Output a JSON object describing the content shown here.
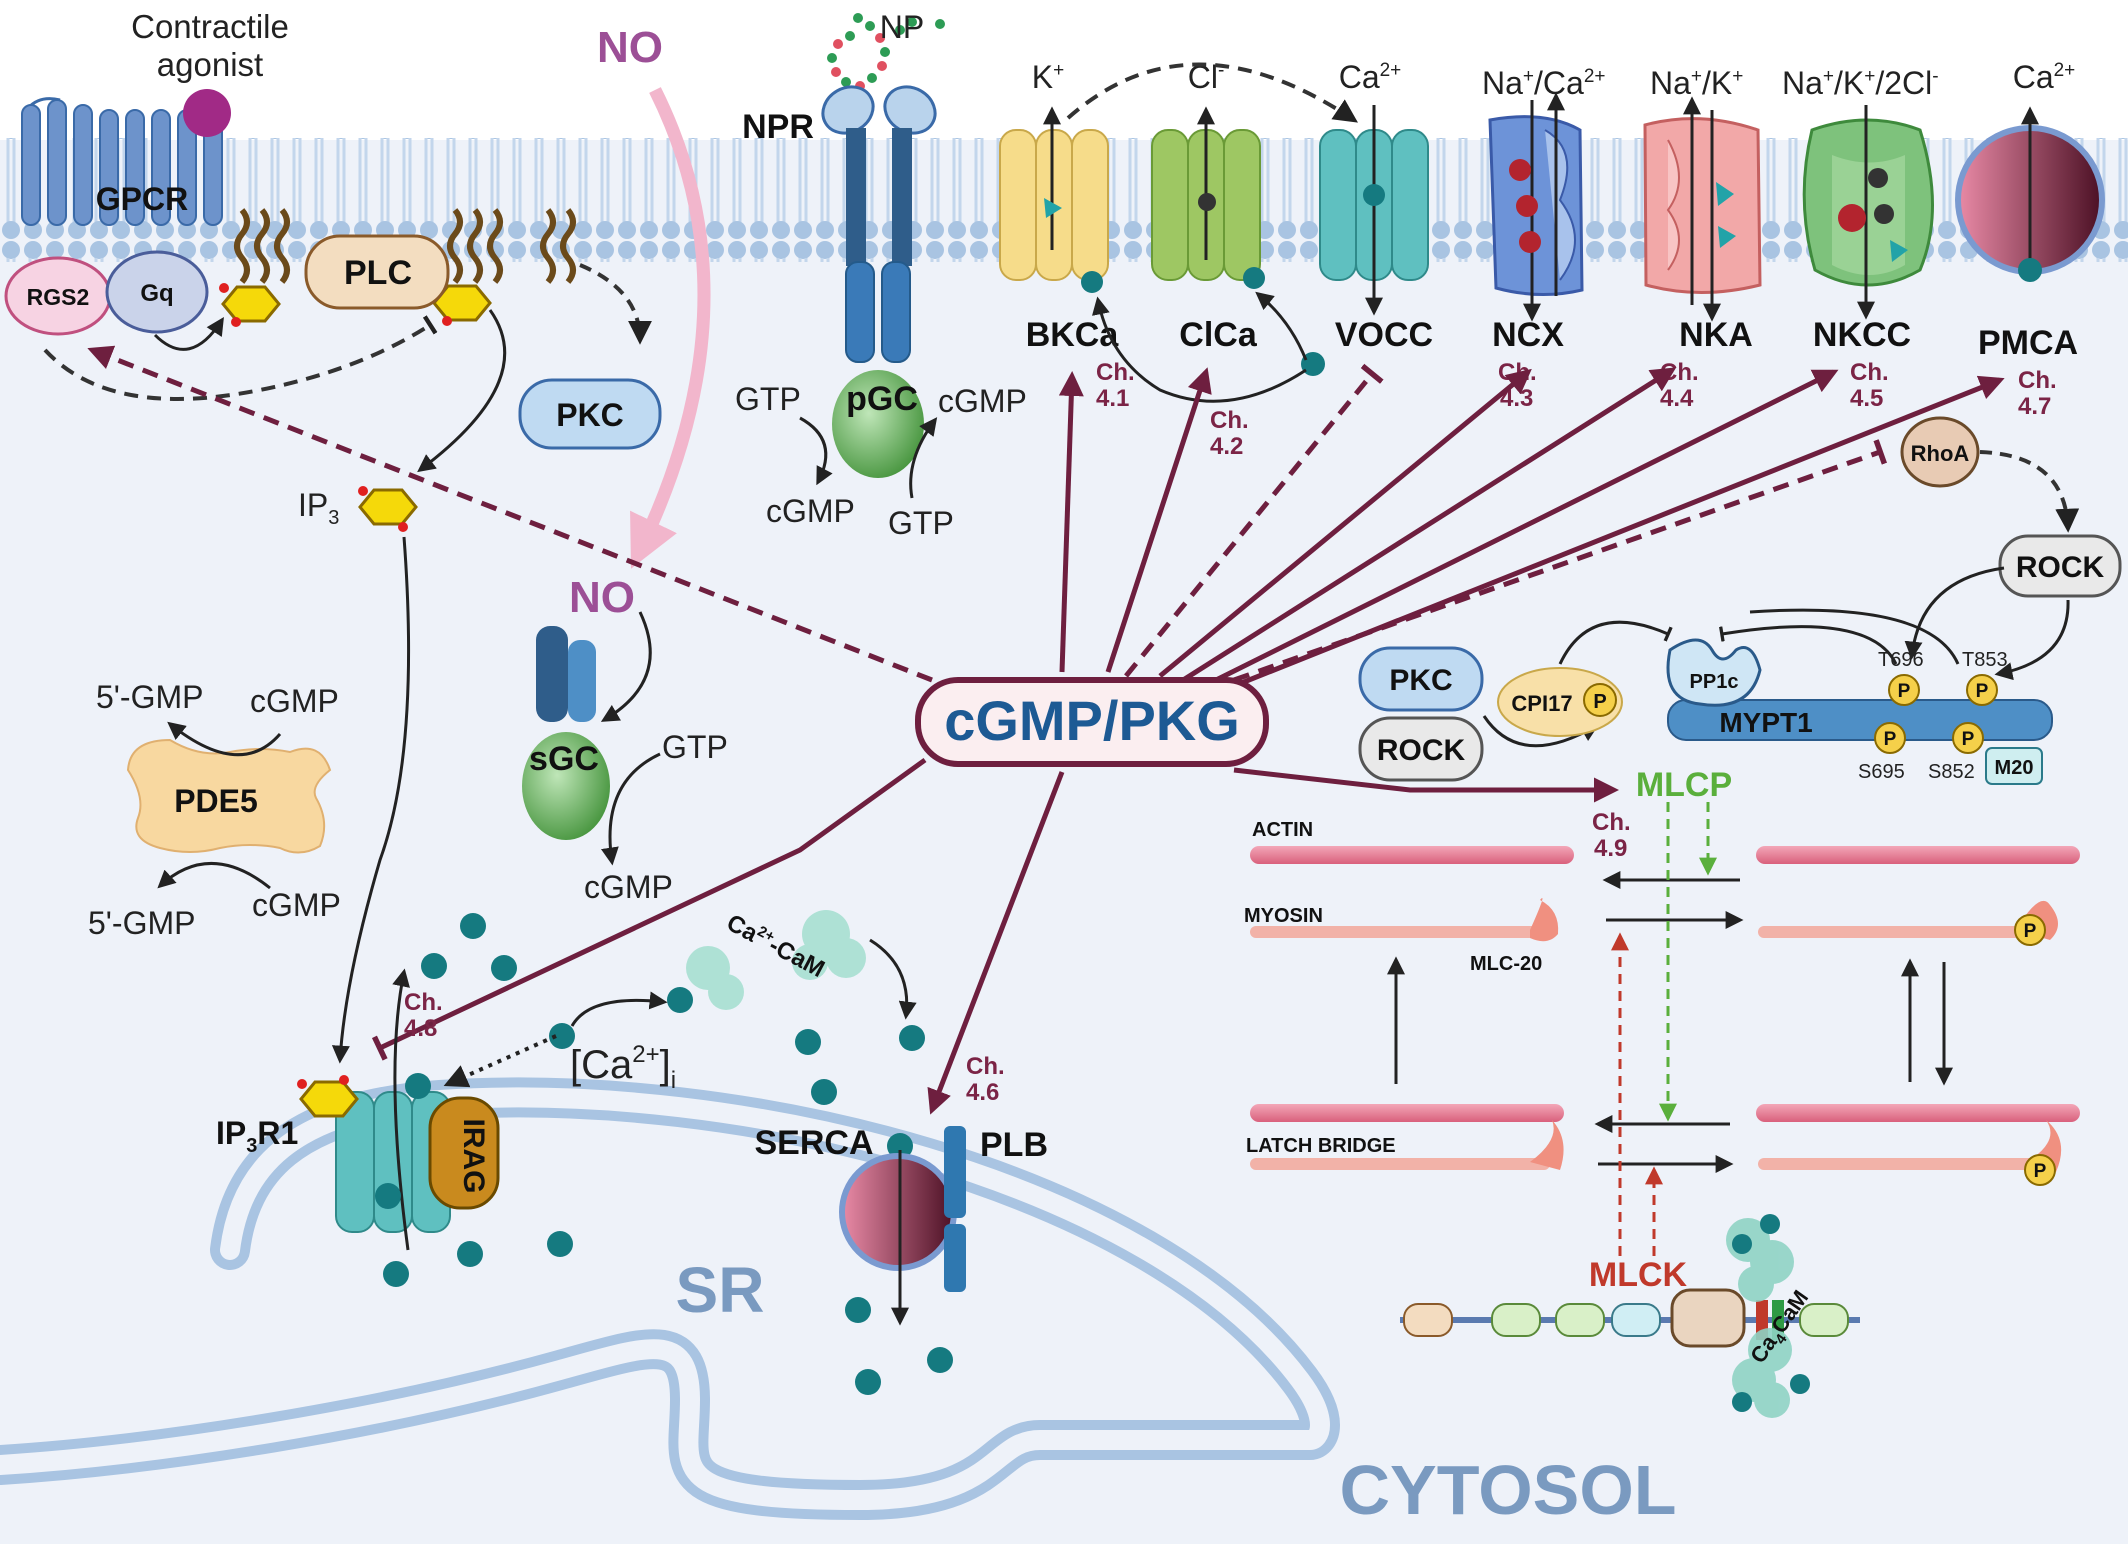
{
  "membrane": {
    "agonist_line1": "Contractile",
    "agonist_line2": "agonist",
    "gpcr": "GPCR",
    "gq": "Gq",
    "rgs2": "RGS2",
    "plc": "PLC",
    "pkc_top": "PKC",
    "ip3": "IP",
    "ip3_sub": "3",
    "no_top": "NO",
    "np": "NP",
    "npr": "NPR",
    "pgc": "pGC",
    "gtp_pgc_left": "GTP",
    "cgmp_pgc_right": "cGMP",
    "cgmp_pgc_bottom": "cGMP",
    "gtp_pgc_bottom": "GTP"
  },
  "channels": {
    "bkca": {
      "name": "BKCa",
      "ion": "K",
      "ion_sup": "+",
      "ch_line1": "Ch.",
      "ch_line2": "4.1"
    },
    "clca": {
      "name": "ClCa",
      "ion": "Cl",
      "ion_sup": "-",
      "ch_line1": "Ch.",
      "ch_line2": "4.2"
    },
    "vocc": {
      "name": "VOCC",
      "ion": "Ca",
      "ion_sup": "2+"
    },
    "ncx": {
      "name": "NCX",
      "ion_a": "Na",
      "ion_a_sup": "+",
      "ion_b": "/Ca",
      "ion_b_sup": "2+",
      "ch_line1": "Ch.",
      "ch_line2": "4.3"
    },
    "nka": {
      "name": "NKA",
      "ion_a": "Na",
      "ion_a_sup": "+",
      "ion_b": "/K",
      "ion_b_sup": "+",
      "ch_line1": "Ch.",
      "ch_line2": "4.4"
    },
    "nkcc": {
      "name": "NKCC",
      "ion_a": "Na",
      "ion_a_sup": "+",
      "ion_b": "/K",
      "ion_b_sup": "+",
      "ion_c": "/2Cl",
      "ion_c_sup": "-",
      "ch_line1": "Ch.",
      "ch_line2": "4.5"
    },
    "pmca": {
      "name": "PMCA",
      "ion": "Ca",
      "ion_sup": "2+",
      "ch_line1": "Ch.",
      "ch_line2": "4.7"
    }
  },
  "cytosol": {
    "no_mid": "NO",
    "sgc": "sGC",
    "gtp_sgc": "GTP",
    "cgmp_sgc": "cGMP",
    "pde5": "PDE5",
    "pde5_tl": "5'-GMP",
    "pde5_tr": "cGMP",
    "pde5_bl": "5'-GMP",
    "pde5_br": "cGMP",
    "center": "cGMP/PKG",
    "ca_cam": "Ca",
    "ca_cam_sup": "2+",
    "ca_cam_tail": "-CaM",
    "ca_i": "[Ca",
    "ca_i_sup": "2+",
    "ca_i_close": "]",
    "ca_i_sub": "i",
    "ip3r1": "IP",
    "ip3r1_sub": "3",
    "ip3r1_tail": "R1",
    "irag": "IRAG",
    "ch48_line1": "Ch.",
    "ch48_line2": "4.8",
    "serca": "SERCA",
    "plb": "PLB",
    "ch46_line1": "Ch.",
    "ch46_line2": "4.6",
    "sr": "SR",
    "cytosol_label": "CYTOSOL"
  },
  "mlcp_panel": {
    "rhoa": "RhoA",
    "rock_top": "ROCK",
    "pkc": "PKC",
    "rock": "ROCK",
    "cpi17": "CPI17",
    "p": "P",
    "pp1c": "PP1c",
    "mypt1": "MYPT1",
    "t696": "T696",
    "t853": "T853",
    "s695": "S695",
    "s852": "S852",
    "m20": "M20",
    "mlcp": "MLCP",
    "ch49_line1": "Ch.",
    "ch49_line2": "4.9"
  },
  "crossbridge": {
    "actin": "ACTIN",
    "myosin": "MYOSIN",
    "mlc20": "MLC-20",
    "latch": "LATCH BRIDGE",
    "mlck": "MLCK",
    "cacam": "Ca",
    "cacam_sub": "4",
    "cacam_tail": "CaM"
  },
  "colors": {
    "pkg_arrow": "#6e1f3f",
    "pkg_box_border": "#6e1f3f",
    "pkg_text": "#1d5a94",
    "membrane": "#a9c4e2",
    "cytosol_bg": "#eef2f9",
    "calcium": "#157a80",
    "mlcp_green": "#5aaf3c",
    "mlck_red": "#c0392b",
    "no_purple": "#9c4f96"
  }
}
